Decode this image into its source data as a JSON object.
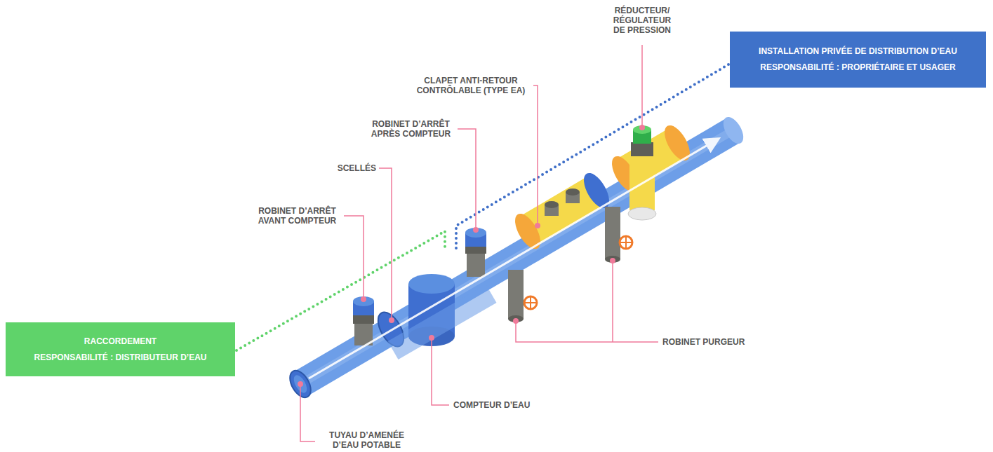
{
  "diagram": {
    "nodes": [
      {
        "text": [
          "RACCORDEMENT",
          "RESPONSABILITÉ : DISTRIBUTEUR D’EAU"
        ]
      },
      {
        "text": [
          "INSTALLATION PRIVÉE DE DISTRIBUTION D’EAU",
          "RESPONSABILITÉ : PROPRIÉTAIRE ET USAGER"
        ]
      }
    ],
    "labels": [
      "RÉDUCTEUR/ RÉGULATEUR DE PRESSION",
      "CLAPET ANTI-RETOUR CONTRÔLABLE (TYPE EA)",
      "ROBINET D’ARRÊT APRÈS COMPTEUR",
      "SCELLÉS",
      "ROBINET D’ARRÊT AVANT COMPTEUR",
      "ROBINET PURGEUR",
      "COMPTEUR D’EAU",
      "TUYAU D’AMENÉE D’EAU POTABLE"
    ]
  }
}
